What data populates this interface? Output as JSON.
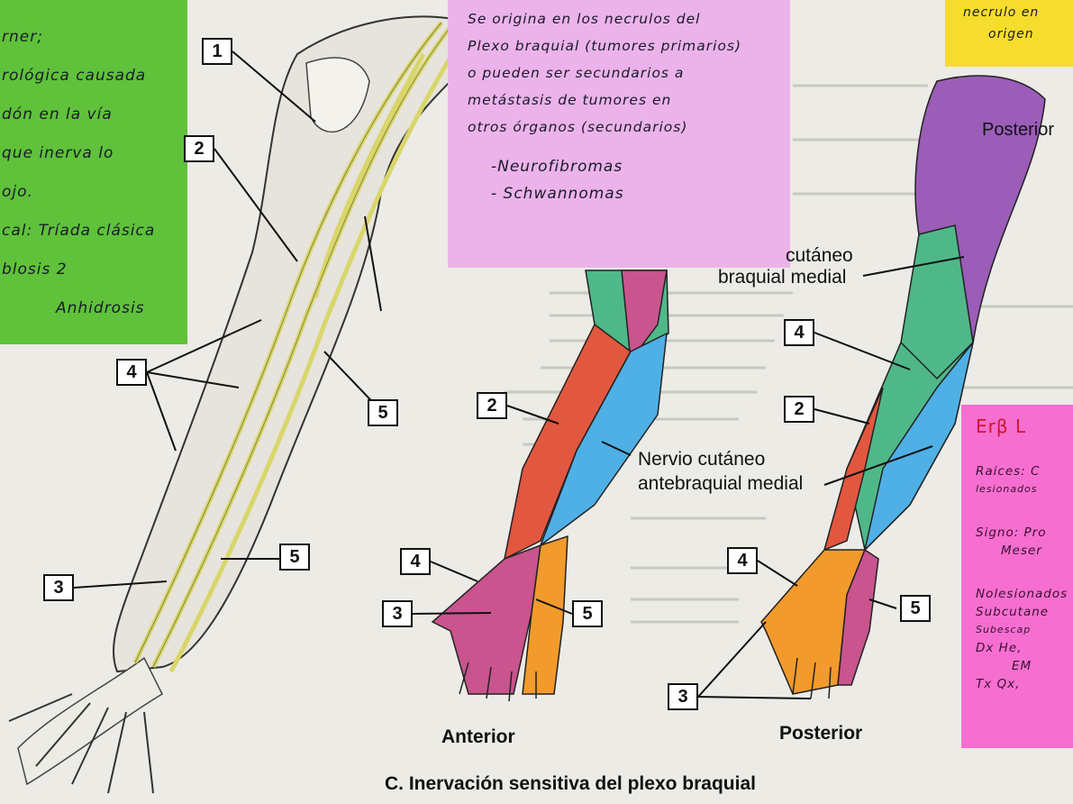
{
  "notes": {
    "green": [
      "rner;",
      "rológica causada",
      "dón en la vía",
      "que inerva lo",
      "ojo.",
      "cal: Tríada clásica",
      "blosis  2",
      "Anhidrosis"
    ],
    "pink": [
      "Se origina en los necrulos del",
      "Plexo braquial (tumores primarios)",
      "o pueden ser secundarios a",
      "metástasis de tumores en",
      "otros órganos (secundarios)",
      "-Neurofibromas",
      "- Schwannomas"
    ],
    "yellow": [
      "necrulo en",
      "origen"
    ],
    "magenta": [
      "Erβ  L",
      "Raices: C",
      "lesionados",
      "Signo: Pro",
      "Meser",
      "Nolesionados",
      "Subcutane",
      "Subescap",
      "Dx  He,",
      "EM",
      "Tx  Qx,"
    ]
  },
  "callouts": {
    "left_arm": [
      "1",
      "2",
      "3",
      "4",
      "5",
      "5"
    ],
    "anterior": [
      "2",
      "4",
      "3",
      "5"
    ],
    "posterior": [
      "4",
      "2",
      "4",
      "5",
      "3"
    ]
  },
  "labels": {
    "posterior_top": "Posterior",
    "cutaneo_top": "cutáneo",
    "braquial_medial": "braquial medial",
    "nervio_cutaneo": "Nervio cutáneo",
    "antebraquial_medial": "antebraquial medial",
    "anterior": "Anterior",
    "posterior_bottom": "Posterior",
    "caption": "C. Inervación sensitiva del plexo braquial"
  },
  "colors": {
    "note_green": "#5fc23a",
    "note_pink": "#ebb3ea",
    "note_yellow": "#f6dc2c",
    "note_magenta": "#f66fd0",
    "nerve_yellow": "#e8e87a",
    "zone_red": "#e2573f",
    "zone_blue": "#4fb0e6",
    "zone_green": "#4fb889",
    "zone_pink": "#c9548e",
    "zone_orange": "#f29a2c",
    "zone_purple": "#9b5db8"
  }
}
